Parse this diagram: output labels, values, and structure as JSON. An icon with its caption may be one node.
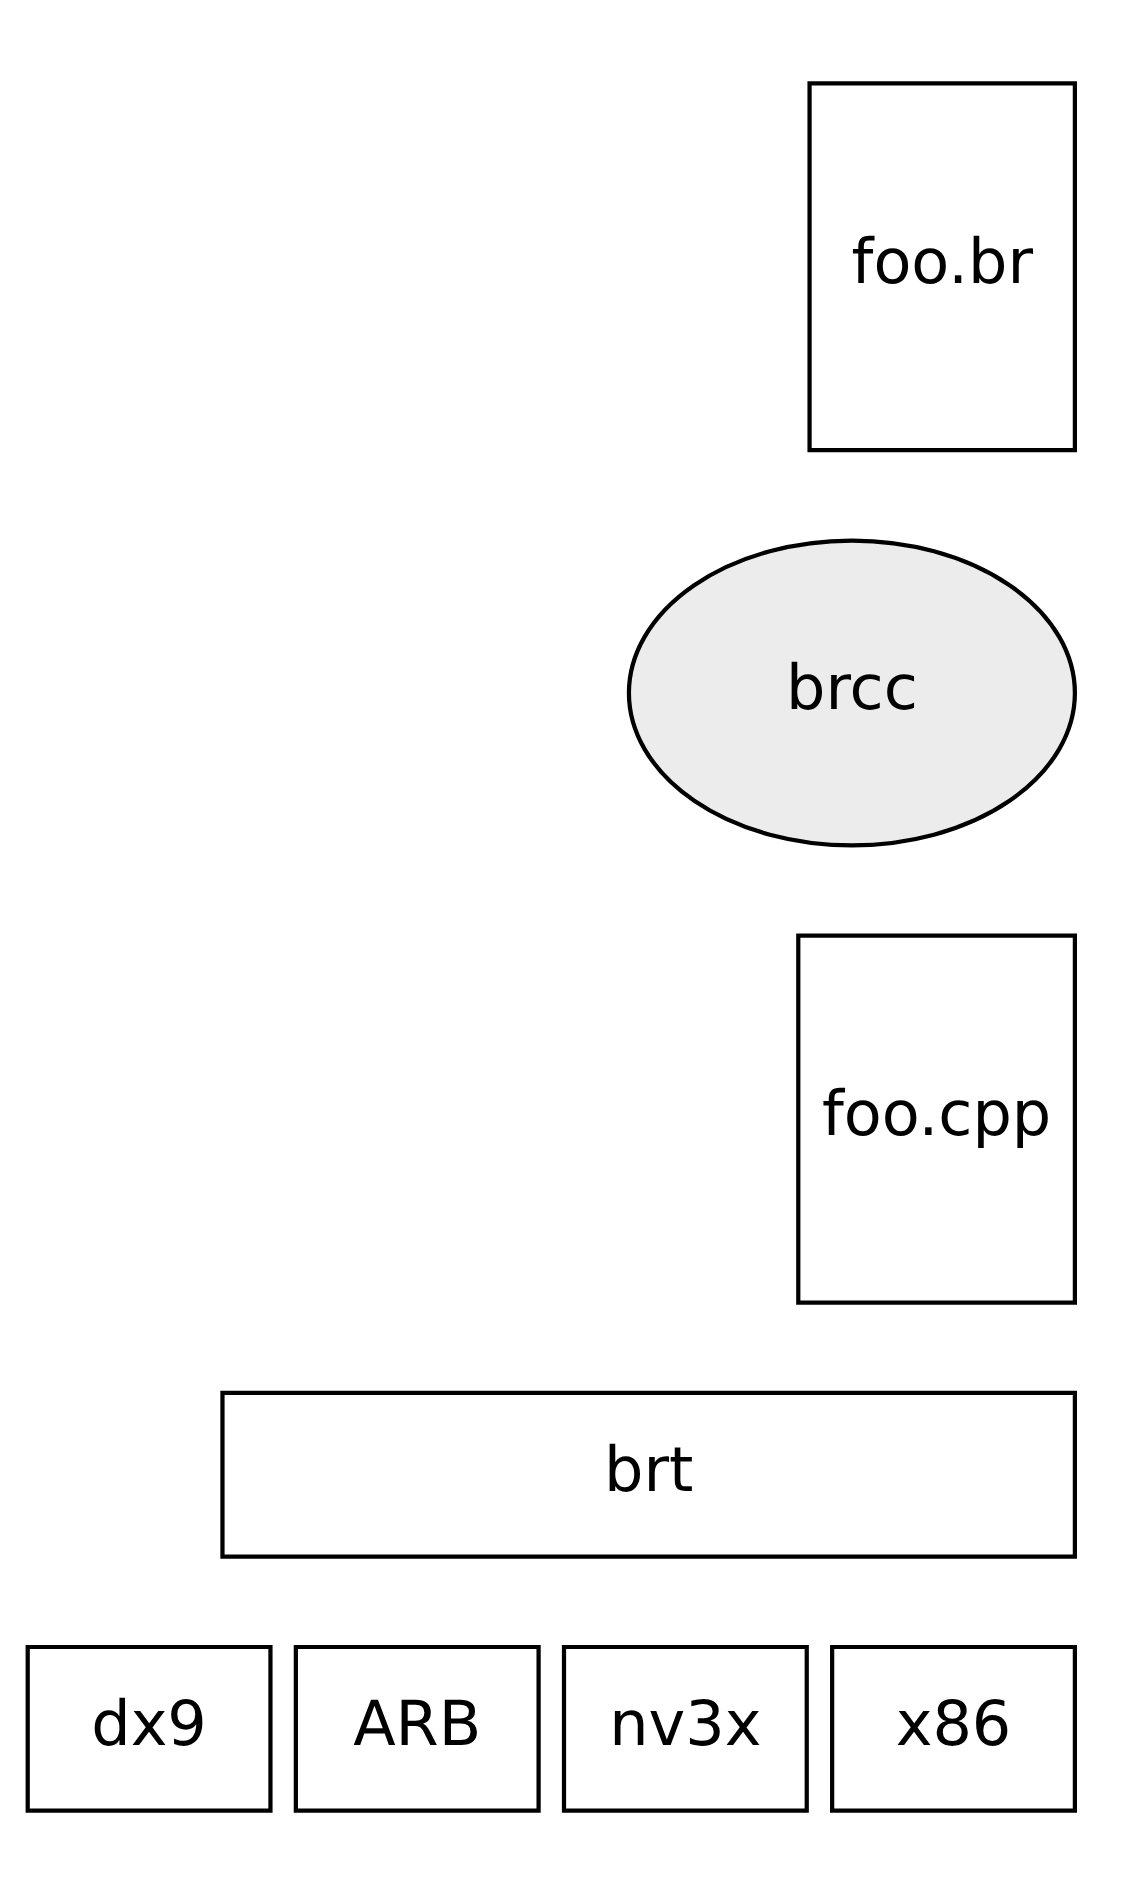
{
  "diagram": {
    "nodes": [
      {
        "text": [
          "foo.br"
        ]
      },
      {
        "text": [
          "brcc"
        ]
      },
      {
        "text": [
          "foo.cpp"
        ]
      },
      {
        "text": [
          "brt"
        ]
      },
      {
        "text": [
          "dx9"
        ]
      },
      {
        "text": [
          "ARB"
        ]
      },
      {
        "text": [
          "nv3x"
        ]
      },
      {
        "text": [
          "x86"
        ]
      }
    ]
  }
}
